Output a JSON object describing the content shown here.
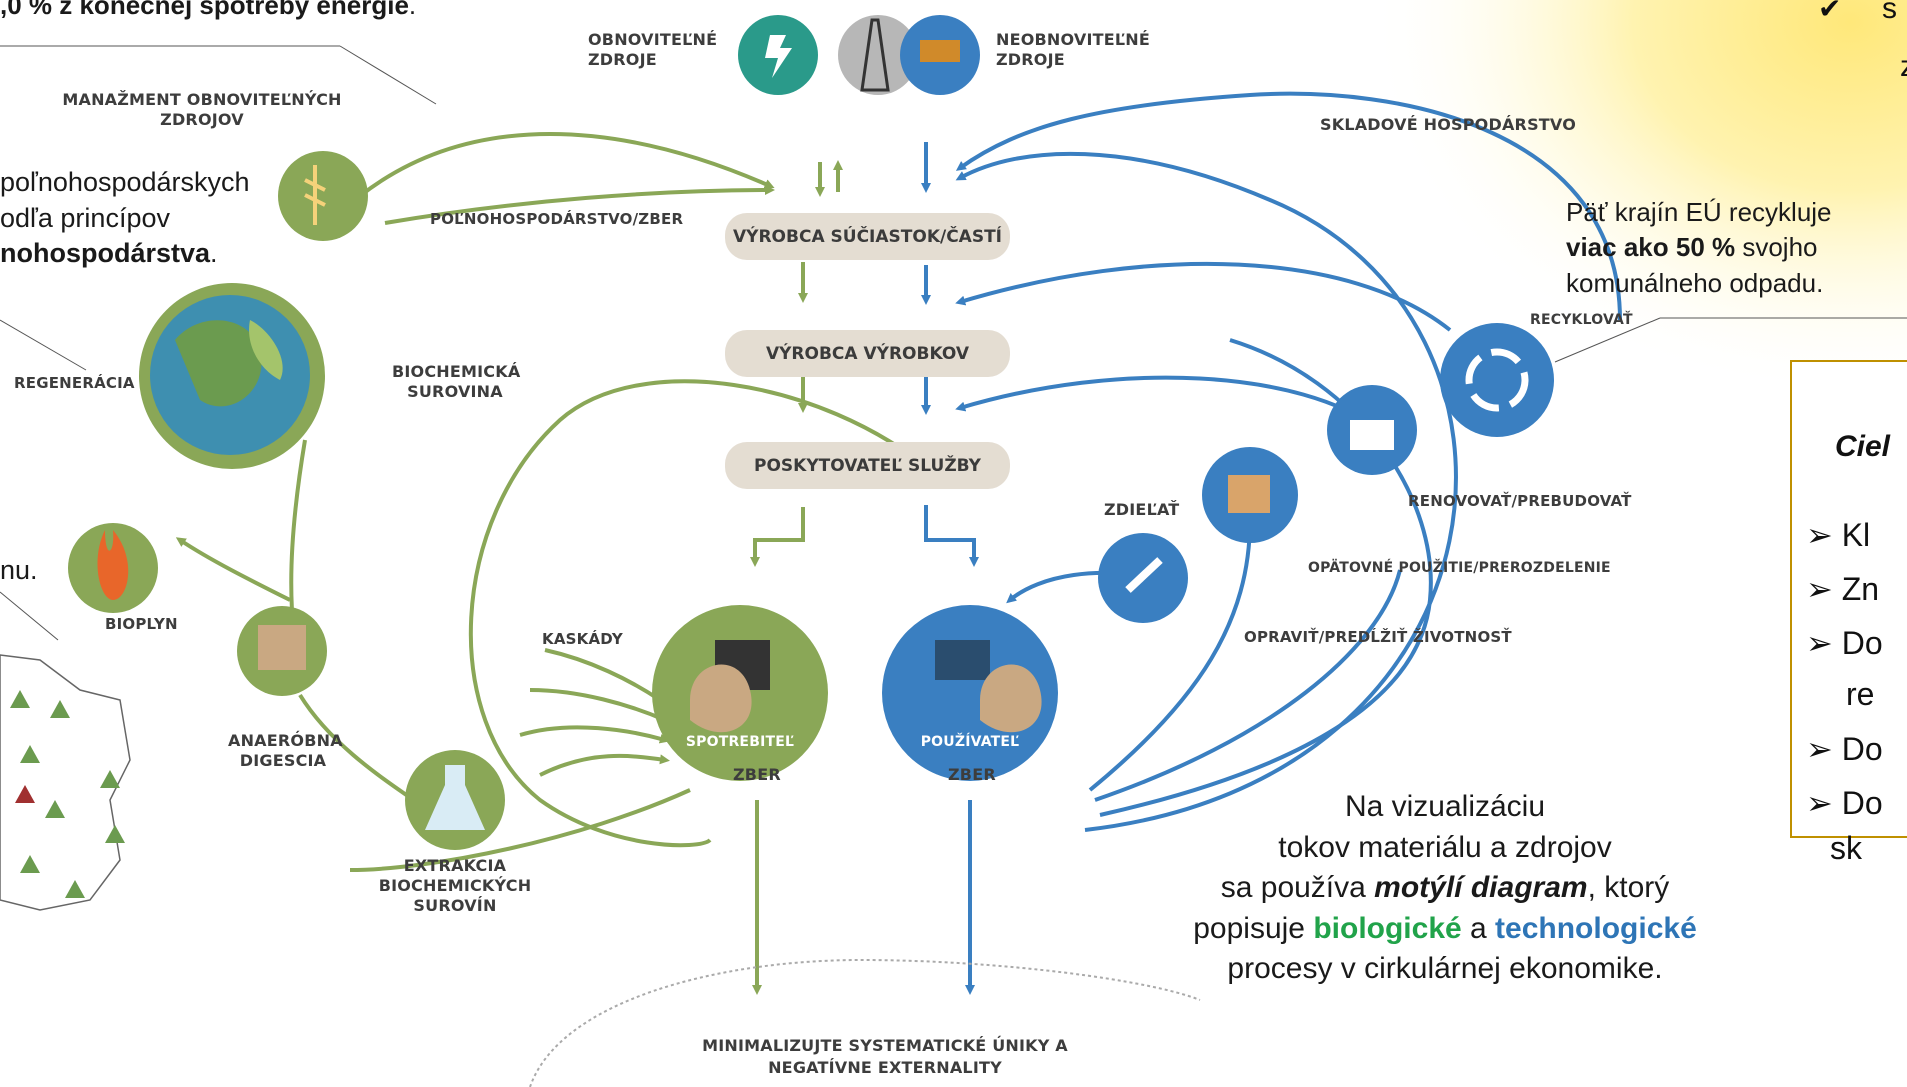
{
  "top_left_text": ",0 % z konečnej spotreby energie",
  "top_left_text_end": ".",
  "left_text": {
    "line1": "poľnohospodárskych",
    "line2": "odľa princípov",
    "line3_bold": "nohospodárstva",
    "line3_end": "."
  },
  "left_text_nu": "nu.",
  "labels": {
    "manazment": "MANAŽMENT OBNOVITEĽNÝCH ZDROJOV",
    "obnovitelne": "OBNOVITEĽNÉ ZDROJE",
    "neobnovitelne": "NEOBNOVITEĽNÉ ZDROJE",
    "skladove": "SKLADOVÉ HOSPODÁRSTVO",
    "polnohospodarstvo": "POĽNOHOSPODÁRSTVO/ZBER",
    "regeneracia": "REGENERÁCIA",
    "biochemicka": "BIOCHEMICKÁ SUROVINA",
    "bioplyn": "BIOPLYN",
    "kaskady": "KASKÁDY",
    "anaerobna": "ANAERÓBNA DIGESCIA",
    "extrakcia": "EXTRAKCIA BIOCHEMICKÝCH SUROVÍN",
    "zber_left": "ZBER",
    "zber_right": "ZBER",
    "spotrebitel": "SPOTREBITEĽ",
    "pouzivatel": "POUŽÍVATEĽ",
    "zdielat": "ZDIEĽAŤ",
    "recyklovat": "RECYKLOVAŤ",
    "renovovat": "RENOVOVAŤ/PREBUDOVAŤ",
    "opatovne": "OPÄTOVNÉ POUŽITIE/PREROZDELENIE",
    "opravit": "OPRAVIŤ/PREDĹŽIŤ ŽIVOTNOSŤ",
    "minimalizujte": "MINIMALIZUJTE SYSTEMATICKÉ ÚNIKY A NEGATÍVNE EXTERNALITY"
  },
  "process_boxes": {
    "vyrobca_suciastok": "VÝROBCA SÚČIASTOK/ČASTÍ",
    "vyrobca_vyrobkov": "VÝROBCA VÝROBKOV",
    "poskytovatel": "POSKYTOVATEĽ SLUŽBY"
  },
  "recycle_text": {
    "line1": "Päť krajín EÚ recykluje",
    "line2_bold": "viac ako 50 %",
    "line2_end": " svojho",
    "line3": "komunálneho odpadu."
  },
  "top_right": {
    "check": "✔",
    "s": "s",
    "z": "z"
  },
  "goals": {
    "title": "Ciel",
    "items": [
      "Kl",
      "Zn",
      "Do",
      "re",
      "Do",
      "Do",
      "sk"
    ]
  },
  "caption": {
    "line1": "Na vizualizáciu",
    "line2": "tokov materiálu a zdrojov",
    "line3_pre": "sa používa ",
    "line3_bold": "motýlí diagram",
    "line3_end": ", ktorý",
    "line4_pre": "popisuje ",
    "line4_green": "biologické",
    "line4_mid": " a ",
    "line4_blue": "technologické",
    "line5": "procesy v cirkulárnej ekonomike."
  },
  "colors": {
    "green": "#8aa757",
    "blue": "#3a7fc1",
    "box": "#e4ddd2",
    "bio_text": "#21a34a",
    "tech_text": "#2e75b6"
  }
}
